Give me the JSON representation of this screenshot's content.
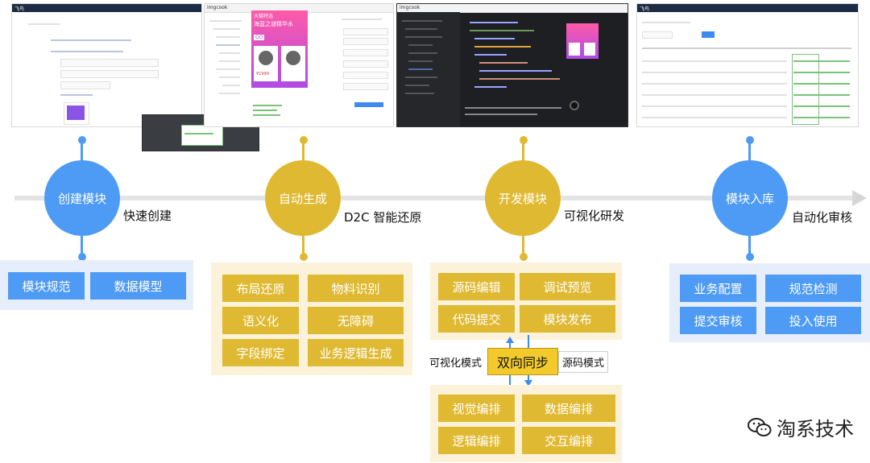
{
  "colors": {
    "blue": "#4e9bf5",
    "yellow": "#e0b932",
    "sync": "#f2ca2c"
  },
  "screenshots": {
    "s1_logo": "飞鸟",
    "s2_logo": "imgcook",
    "s2_banner_title": "天猫特选",
    "s2_banner_sub": "海蓝之谜精华水",
    "s2_price": "¥1999",
    "s2_tag": "GO",
    "s3_logo": "imgcook",
    "s4_logo": "飞鸟"
  },
  "stages": [
    {
      "title": "创建模块",
      "side": "快速创建"
    },
    {
      "title": "自动生成",
      "side": "D2C 智能还原"
    },
    {
      "title": "开发模块",
      "side": "可视化研发"
    },
    {
      "title": "模块入库",
      "side": "自动化审核"
    }
  ],
  "panels": {
    "create": [
      "模块规范",
      "数据模型"
    ],
    "generate": [
      "布局还原",
      "物料识别",
      "语义化",
      "无障碍",
      "字段绑定",
      "业务逻辑生成"
    ],
    "develop_top": [
      "源码编辑",
      "调试预览",
      "代码提交",
      "模块发布"
    ],
    "develop_bottom": [
      "视觉编排",
      "数据编排",
      "逻辑编排",
      "交互编排"
    ],
    "store": [
      "业务配置",
      "规范检测",
      "提交审核",
      "投入使用"
    ]
  },
  "sync": {
    "label": "双向同步",
    "left_mode": "可视化模式",
    "right_mode": "源码模式"
  },
  "watermark": "淘系技术"
}
